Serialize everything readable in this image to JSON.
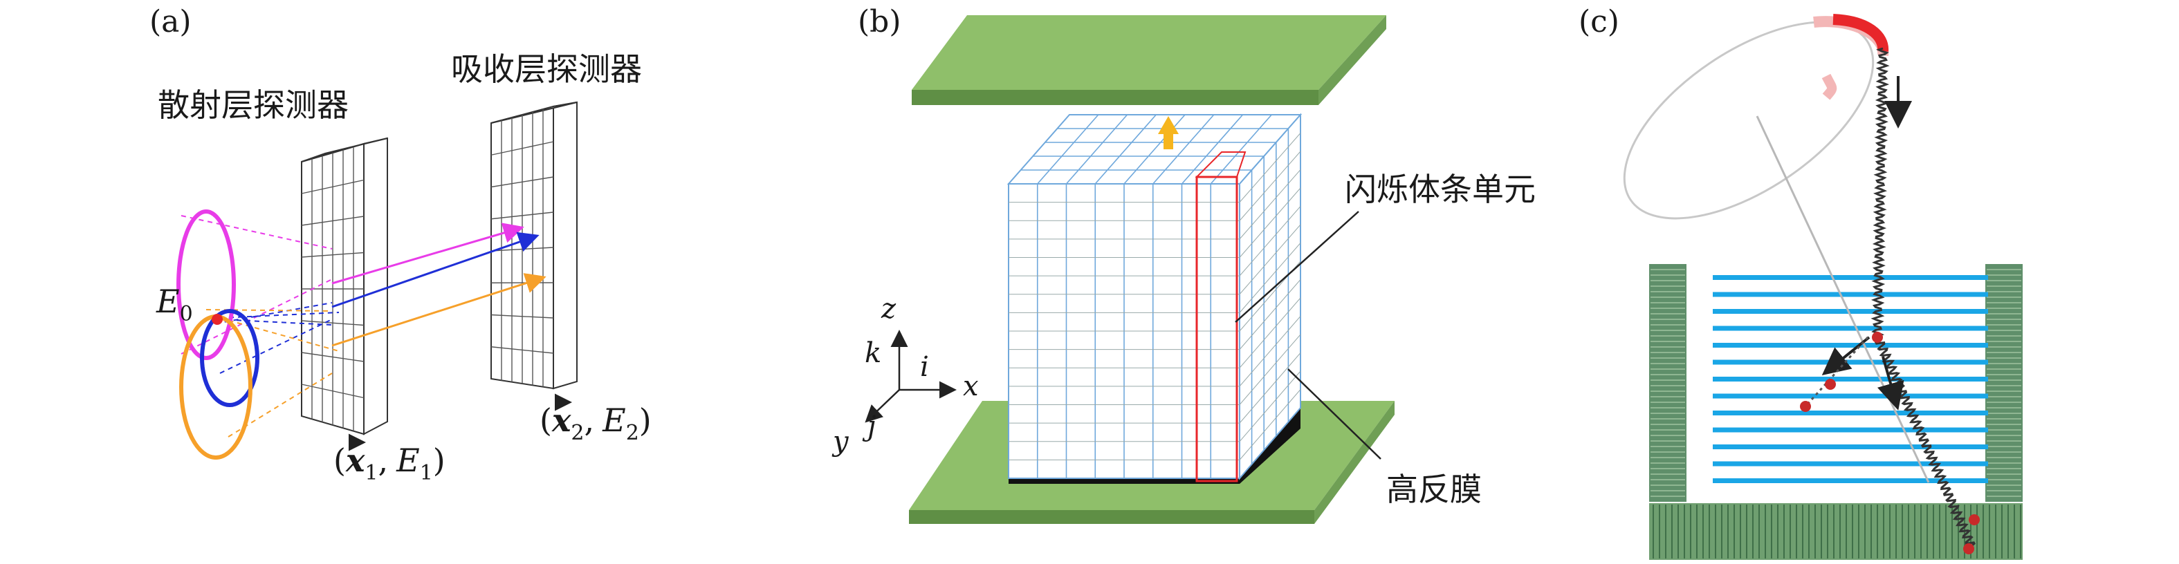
{
  "panels": {
    "a": {
      "label": "(a)",
      "scatter_detector": "散射层探测器",
      "absorb_detector": "吸收层探测器",
      "E0_main": "E",
      "E0_sub": "0",
      "x1_vec": "x",
      "x1_sub": "1",
      "E1_main": "E",
      "E1_sub": "1",
      "x2_vec": "x",
      "x2_sub": "2",
      "E2_main": "E",
      "E2_sub": "2",
      "paren_open": "(",
      "comma": ",",
      "paren_close": ")",
      "colors": {
        "magenta": "#e83ce8",
        "blue": "#1f2fd6",
        "orange": "#f6a02a"
      }
    },
    "b": {
      "label": "(b)",
      "scintillator_strip": "闪烁体条单元",
      "reflective_film": "高反膜",
      "axis_z": "z",
      "axis_k": "k",
      "axis_i": "i",
      "axis_x": "x",
      "axis_y": "y",
      "axis_j": "j",
      "colors": {
        "plate": "#8fbf6a",
        "grid": "#6fa8dc",
        "highlight": "#e8262a",
        "arrow": "#f6b51e"
      }
    },
    "c": {
      "label": "(c)",
      "colors": {
        "strip": "#1aa6e6",
        "side": "#5f8f6a",
        "track": "#e8262a"
      }
    }
  }
}
